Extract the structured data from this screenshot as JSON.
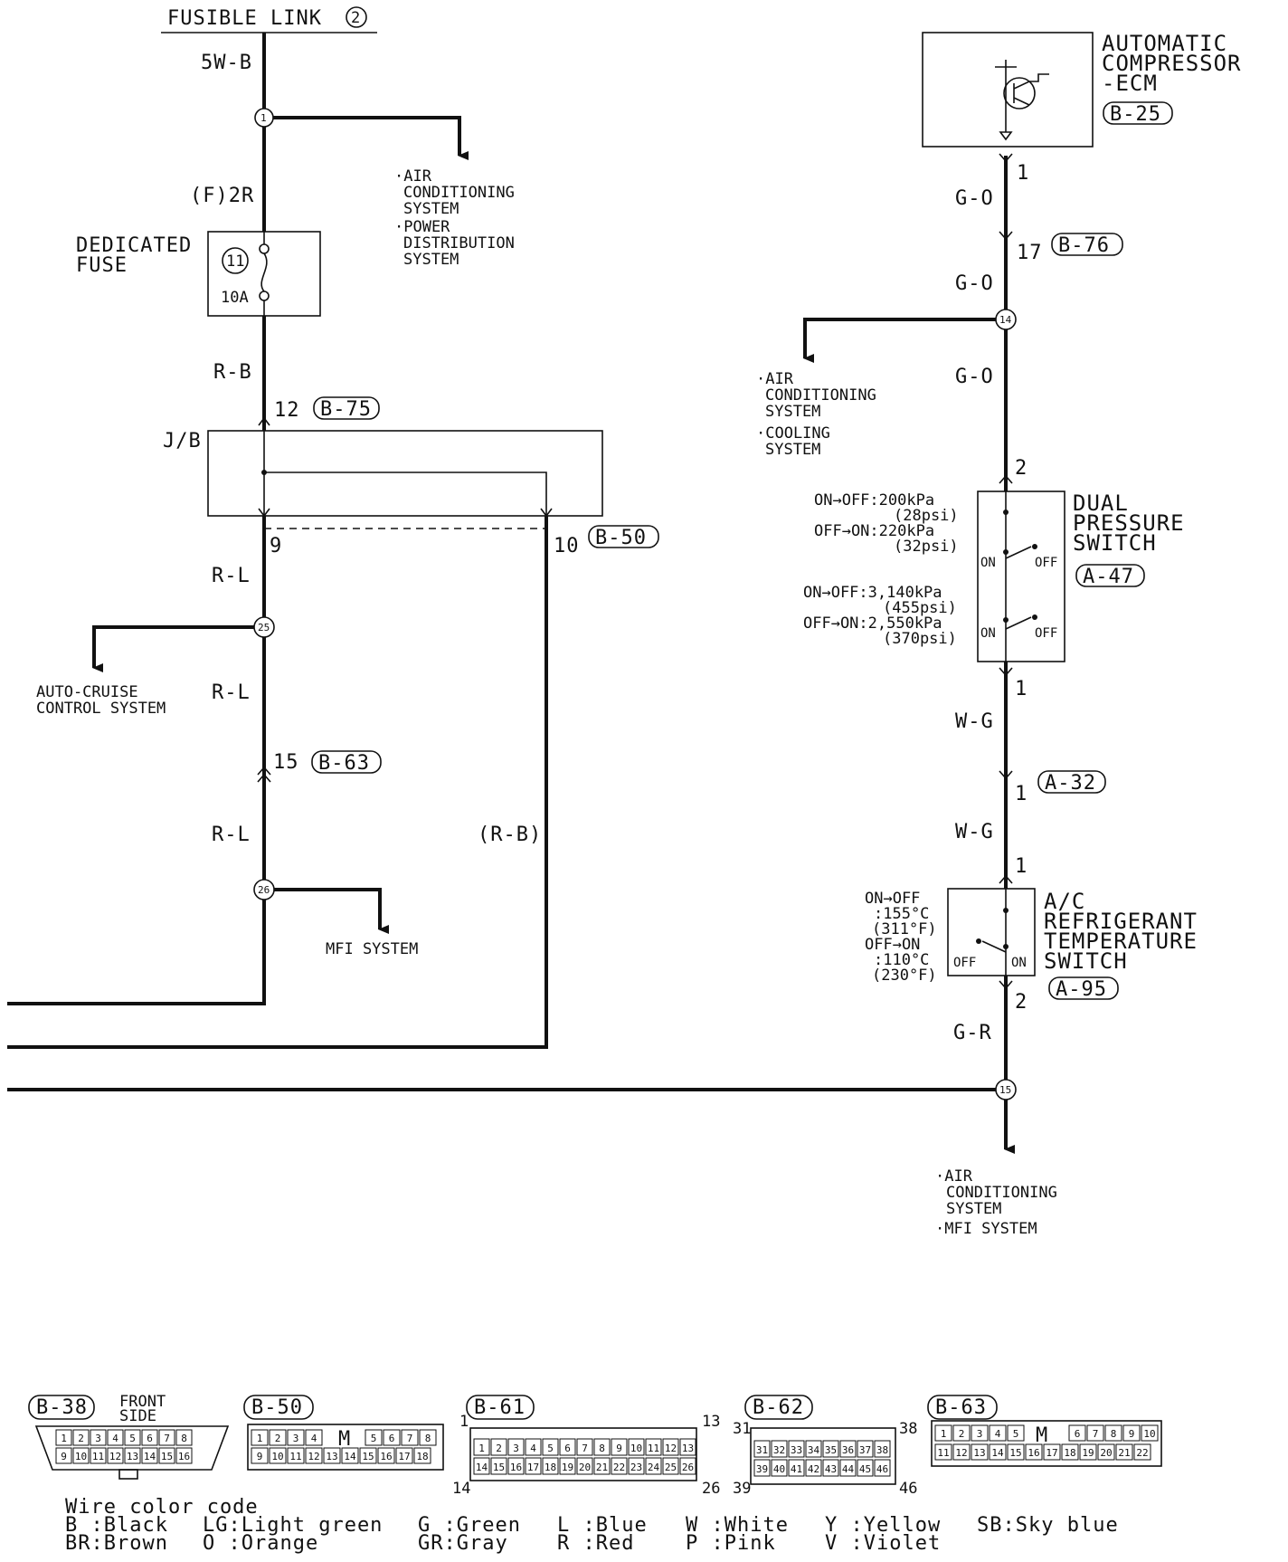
{
  "left": {
    "fusible_link": "FUSIBLE LINK",
    "fusible_link_num": "2",
    "wire_top": "5W-B",
    "joint1": "1",
    "branch_top_1": "·AIR",
    "branch_top_2": "CONDITIONING",
    "branch_top_3": "SYSTEM",
    "branch_top_4": "·POWER",
    "branch_top_5": "DISTRIBUTION",
    "branch_top_6": "SYSTEM",
    "wire_f2r": "(F)2R",
    "fuse_label_1": "DEDICATED",
    "fuse_label_2": "FUSE",
    "fuse_num": "11",
    "fuse_amp": "10A",
    "wire_rb": "R-B",
    "pin12": "12",
    "conn_b75": "B-75",
    "jb": "J/B",
    "pin9": "9",
    "pin10": "10",
    "conn_b50": "B-50",
    "wire_rl_1": "R-L",
    "joint25": "25",
    "cruise_1": "AUTO-CRUISE",
    "cruise_2": "CONTROL SYSTEM",
    "wire_rl_2": "R-L",
    "pin15": "15",
    "conn_b63": "B-63",
    "wire_rl_3": "R-L",
    "wire_rb_paren": "(R-B)",
    "joint26": "26",
    "mfi": "MFI SYSTEM"
  },
  "right": {
    "ecm_1": "AUTOMATIC",
    "ecm_2": "COMPRESSOR",
    "ecm_3": "-ECM",
    "conn_b25": "B-25",
    "pin1_top": "1",
    "wire_go_1": "G-O",
    "pin17": "17",
    "conn_b76": "B-76",
    "wire_go_2": "G-O",
    "joint14": "14",
    "branch_1": "·AIR",
    "branch_2": "CONDITIONING",
    "branch_3": "SYSTEM",
    "branch_4": "·COOLING",
    "branch_5": "SYSTEM",
    "wire_go_3": "G-O",
    "pin2_dps": "2",
    "dps_1": "DUAL",
    "dps_2": "PRESSURE",
    "dps_3": "SWITCH",
    "conn_a47": "A-47",
    "p1a": "ON→OFF:200kPa",
    "p1b": "(28psi)",
    "p1c": "OFF→ON:220kPa",
    "p1d": "(32psi)",
    "p2a": "ON→OFF:3,140kPa",
    "p2b": "(455psi)",
    "p2c": "OFF→ON:2,550kPa",
    "p2d": "(370psi)",
    "on": "ON",
    "off": "OFF",
    "pin1_dps": "1",
    "wire_wg_1": "W-G",
    "pin1_a32": "1",
    "conn_a32": "A-32",
    "wire_wg_2": "W-G",
    "pin1_temp": "1",
    "temp_1": "A/C",
    "temp_2": "REFRIGERANT",
    "temp_3": "TEMPERATURE",
    "temp_4": "SWITCH",
    "conn_a95": "A-95",
    "t1": "ON→OFF",
    "t2": ":155°C",
    "t3": "(311°F)",
    "t4": "OFF→ON",
    "t5": ":110°C",
    "t6": "(230°F)",
    "pin2_temp": "2",
    "wire_gr": "G-R",
    "joint15": "15",
    "bottom_1": "·AIR",
    "bottom_2": "CONDITIONING",
    "bottom_3": "SYSTEM",
    "bottom_4": "·MFI SYSTEM"
  },
  "connectors": {
    "b38": "B-38",
    "b38_side_1": "FRONT",
    "b38_side_2": "SIDE",
    "b50": "B-50",
    "b61": "B-61",
    "b62": "B-62",
    "b63": "B-63",
    "b61_c1": "1",
    "b61_c13": "13",
    "b61_c14": "14",
    "b61_c26": "26",
    "b62_c31": "31",
    "b62_c38": "38",
    "b62_c39": "39",
    "b62_c46": "46",
    "b38_pins": [
      "1",
      "2",
      "3",
      "4",
      "5",
      "6",
      "7",
      "8",
      "9",
      "10",
      "11",
      "12",
      "13",
      "14",
      "15",
      "16"
    ],
    "b50_pins": [
      "1",
      "2",
      "3",
      "4",
      "5",
      "6",
      "7",
      "8",
      "9",
      "10",
      "11",
      "12",
      "13",
      "14",
      "15",
      "16",
      "17",
      "18"
    ],
    "b61_pins": [
      "1",
      "2",
      "3",
      "4",
      "5",
      "6",
      "7",
      "8",
      "9",
      "10",
      "11",
      "12",
      "13",
      "14",
      "15",
      "16",
      "17",
      "18",
      "19",
      "20",
      "21",
      "22",
      "23",
      "24",
      "25",
      "26"
    ],
    "b62_pins": [
      "31",
      "32",
      "33",
      "34",
      "35",
      "36",
      "37",
      "38",
      "39",
      "40",
      "41",
      "42",
      "43",
      "44",
      "45",
      "46"
    ],
    "b63_pins": [
      "1",
      "2",
      "3",
      "4",
      "5",
      "6",
      "7",
      "8",
      "9",
      "10",
      "11",
      "12",
      "13",
      "14",
      "15",
      "16",
      "17",
      "18",
      "19",
      "20",
      "21",
      "22"
    ]
  },
  "legend": {
    "title": "Wire color code",
    "b": "B :Black",
    "br": "BR:Brown",
    "lg": "LG:Light green",
    "o": "O :Orange",
    "g": "G :Green",
    "gr": "GR:Gray",
    "l": "L :Blue",
    "r": "R :Red",
    "w": "W :White",
    "p": "P :Pink",
    "y": "Y :Yellow",
    "v": "V :Violet",
    "sb": "SB:Sky blue"
  }
}
